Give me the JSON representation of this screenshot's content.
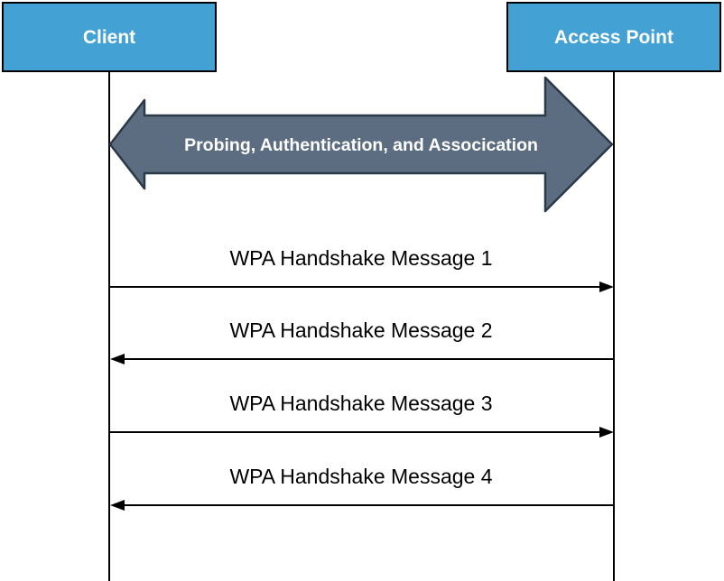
{
  "colors": {
    "actor_fill": "#43a1d3",
    "actor_stroke": "#000000",
    "actor_text": "#ffffff",
    "phase_fill": "#5c6d82",
    "phase_stroke": "#2c3947",
    "phase_text": "#ffffff",
    "message_color": "#000000",
    "background": "#ffffff"
  },
  "actors": [
    {
      "label": "Client"
    },
    {
      "label": "Access Point"
    }
  ],
  "phase": {
    "label": "Probing, Authentication, and Assocication",
    "direction": "both"
  },
  "messages": [
    {
      "label": "WPA Handshake Message 1",
      "direction": "right"
    },
    {
      "label": "WPA Handshake Message 2",
      "direction": "left"
    },
    {
      "label": "WPA Handshake Message 3",
      "direction": "right"
    },
    {
      "label": "WPA Handshake Message 4",
      "direction": "left"
    }
  ]
}
